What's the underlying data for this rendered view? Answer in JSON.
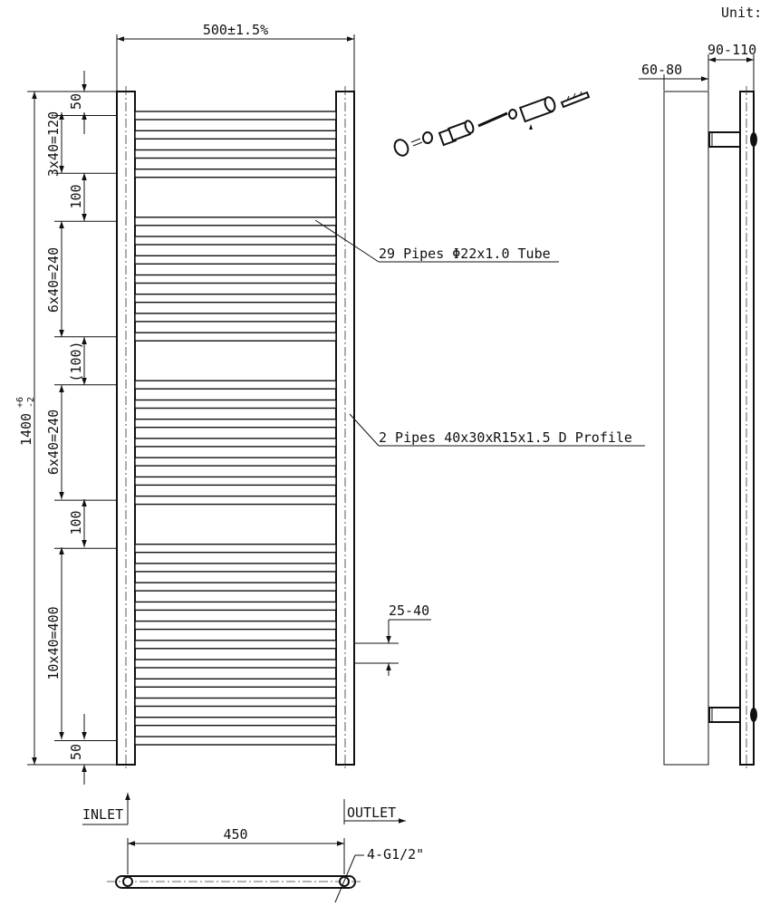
{
  "header": {
    "unit_label": "Unit:"
  },
  "dimensions": {
    "overall_width": "500±1.5%",
    "overall_height": "1400",
    "height_tol_upper": "+6",
    "height_tol_lower": "-2",
    "top_margin": "50",
    "group1": "3x40=120",
    "gap1": "100",
    "group2": "6x40=240",
    "gap2": "(100)",
    "group3": "6x40=240",
    "gap3": "100",
    "group4": "10x40=400",
    "bottom_margin": "50",
    "pipe_pitch": "25-40",
    "wall_offset": "60-80",
    "bracket_depth": "90-110",
    "connection_spacing": "450",
    "connection_thread": "4-G1/2\""
  },
  "annotations": {
    "tube_callout": "29 Pipes Φ22x1.0 Tube",
    "profile_callout": "2 Pipes 40x30xR15x1.5 D Profile",
    "inlet": "INLET",
    "outlet": "OUTLET"
  }
}
